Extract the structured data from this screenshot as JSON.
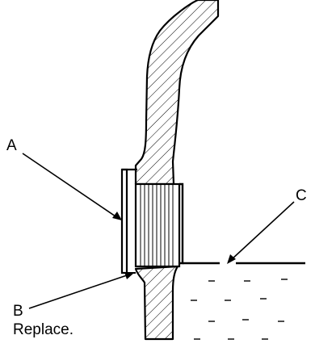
{
  "callouts": {
    "a": {
      "letter": "A"
    },
    "b": {
      "letter": "B",
      "note": "Replace."
    },
    "c": {
      "letter": "C"
    }
  },
  "colors": {
    "ink": "#000000",
    "paper": "#ffffff"
  }
}
